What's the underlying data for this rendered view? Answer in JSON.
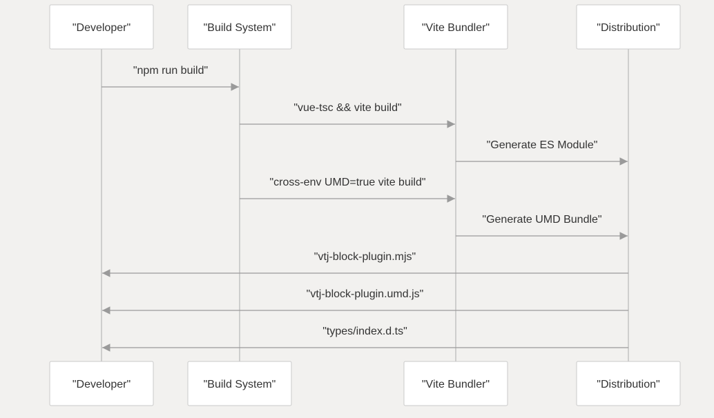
{
  "participants": [
    {
      "id": "dev",
      "label": "\"Developer\""
    },
    {
      "id": "build",
      "label": "\"Build System\""
    },
    {
      "id": "vite",
      "label": "\"Vite Bundler\""
    },
    {
      "id": "dist",
      "label": "\"Distribution\""
    }
  ],
  "messages": [
    {
      "from": "dev",
      "to": "build",
      "label": "\"npm run build\""
    },
    {
      "from": "build",
      "to": "vite",
      "label": "\"vue-tsc && vite build\""
    },
    {
      "from": "vite",
      "to": "dist",
      "label": "\"Generate ES Module\""
    },
    {
      "from": "build",
      "to": "vite",
      "label": "\"cross-env UMD=true vite build\""
    },
    {
      "from": "vite",
      "to": "dist",
      "label": "\"Generate UMD Bundle\""
    },
    {
      "from": "dist",
      "to": "dev",
      "label": "\"vtj-block-plugin.mjs\""
    },
    {
      "from": "dist",
      "to": "dev",
      "label": "\"vtj-block-plugin.umd.js\""
    },
    {
      "from": "dist",
      "to": "dev",
      "label": "\"types/index.d.ts\""
    }
  ]
}
